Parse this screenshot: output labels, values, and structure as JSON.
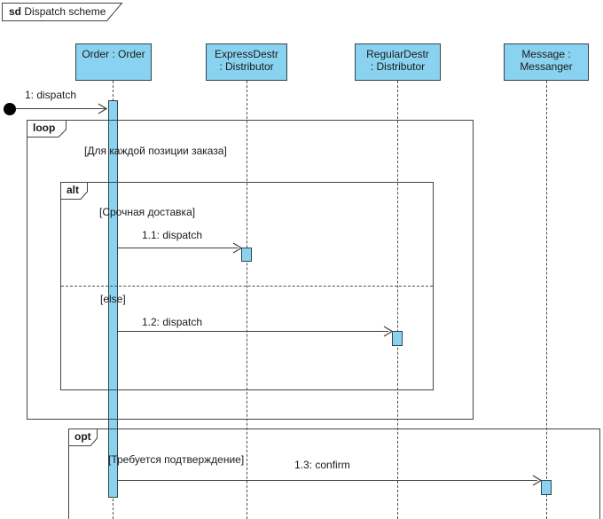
{
  "title": {
    "keyword": "sd",
    "name": "Dispatch scheme"
  },
  "lifelines": [
    {
      "line1": "Order : Order",
      "line2": ""
    },
    {
      "line1": "ExpressDestr",
      "line2": ": Distributor"
    },
    {
      "line1": "RegularDestr",
      "line2": ": Distributor"
    },
    {
      "line1": "Message :",
      "line2": "Messanger"
    }
  ],
  "fragments": {
    "loop": {
      "operator": "loop",
      "guard": "[Для каждой позиции заказа]"
    },
    "alt": {
      "operator": "alt",
      "guard_if": "[Срочная доставка]",
      "guard_else": "[else]"
    },
    "opt": {
      "operator": "opt",
      "guard": "[Требуется подтверждение]"
    }
  },
  "messages": [
    {
      "label": "1: dispatch"
    },
    {
      "label": "1.1: dispatch"
    },
    {
      "label": "1.2: dispatch"
    },
    {
      "label": "1.3: confirm"
    }
  ],
  "colors": {
    "lifeline_fill": "#8AD3F0",
    "box_border": "#33444D",
    "frame_line": "#444444",
    "text": "#1A1A1A"
  }
}
